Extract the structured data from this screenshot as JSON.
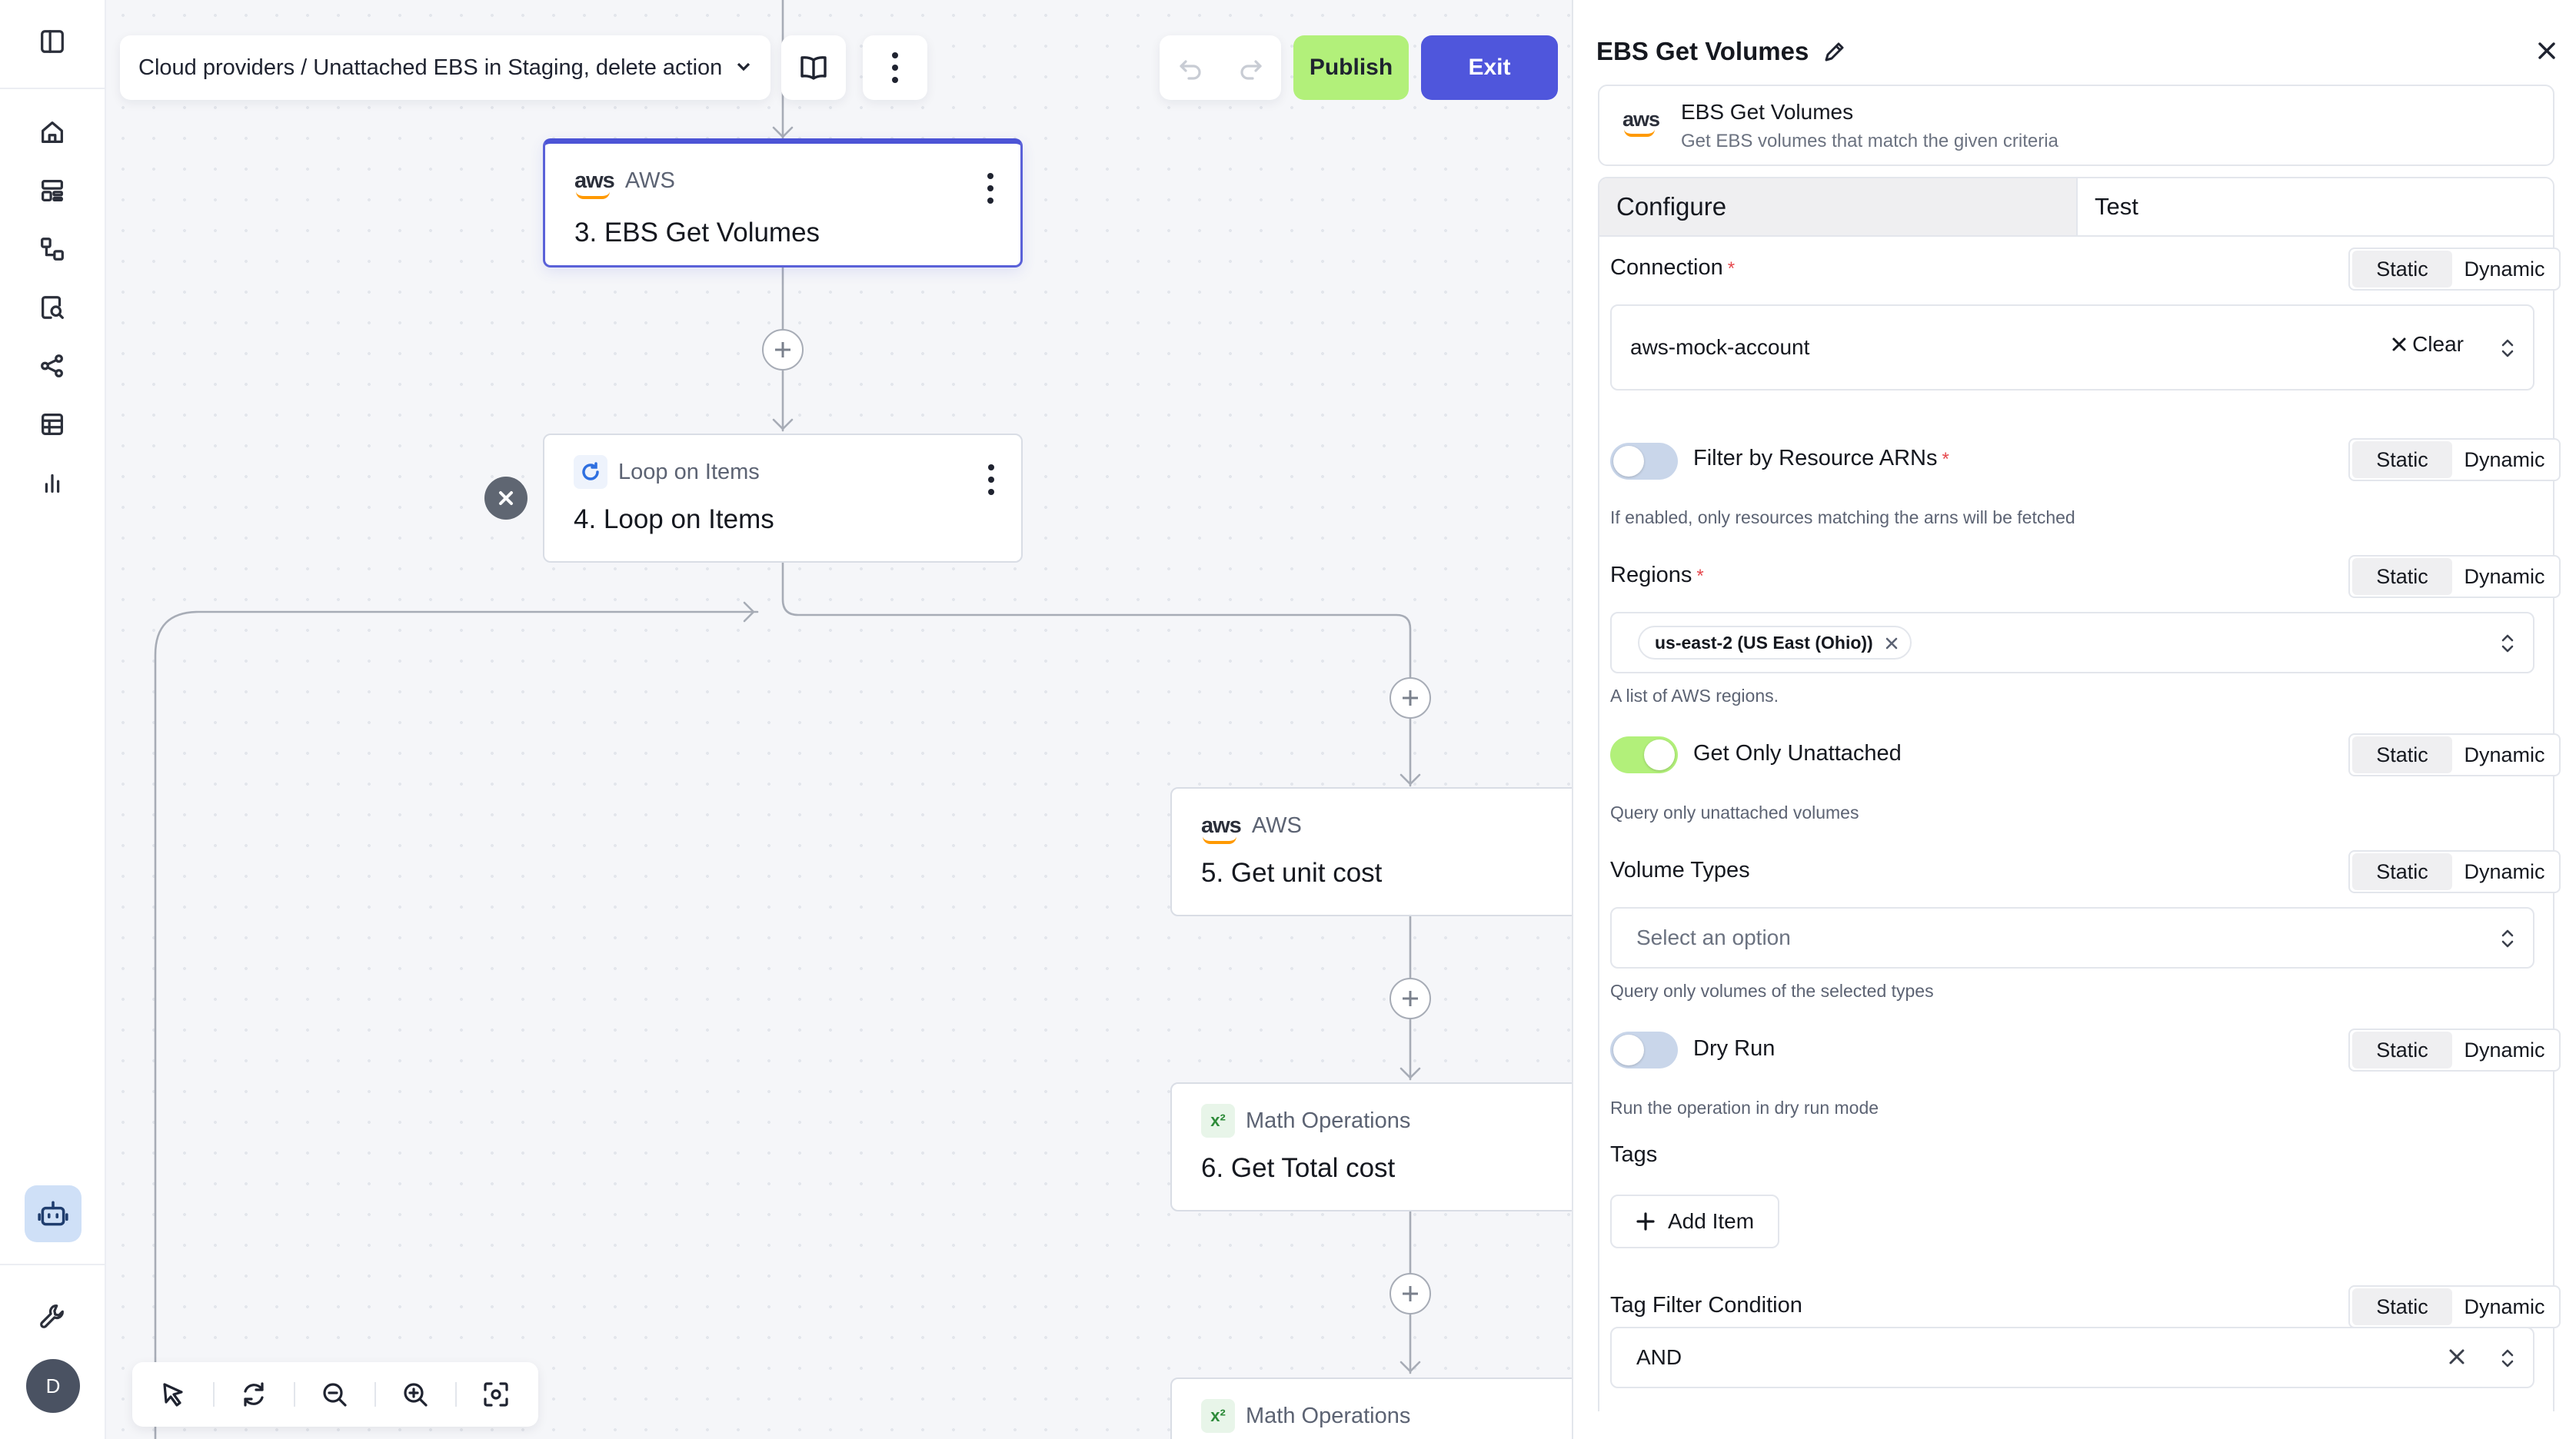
{
  "sidebar": {
    "icons": [
      "panel-toggle-icon",
      "home-icon",
      "dashboard-icon",
      "workflow-icon",
      "search-doc-icon",
      "share-icon",
      "table-icon",
      "bar-chart-icon",
      "bot-icon",
      "wrench-icon"
    ],
    "avatar_initial": "D"
  },
  "toolbar": {
    "breadcrumb": "Cloud providers / Unattached EBS in Staging, delete action",
    "publish_label": "Publish",
    "exit_label": "Exit",
    "publish_color": "#b2f07a",
    "exit_color": "#4f56dc"
  },
  "nodes": [
    {
      "kind": "AWS",
      "title": "3. EBS Get Volumes",
      "selected": true
    },
    {
      "kind": "Loop on Items",
      "title": "4. Loop on Items"
    },
    {
      "kind": "AWS",
      "title": "5. Get unit cost"
    },
    {
      "kind": "Math Operations",
      "title": "6. Get Total cost"
    },
    {
      "kind": "Math Operations",
      "title": ""
    }
  ],
  "panel": {
    "title": "EBS Get Volumes",
    "info": {
      "name": "EBS Get Volumes",
      "description": "Get EBS volumes that match the given criteria"
    },
    "tabs": {
      "configure": "Configure",
      "test": "Test"
    },
    "static_label": "Static",
    "dynamic_label": "Dynamic",
    "connection": {
      "label": "Connection",
      "value": "aws-mock-account",
      "clear_label": "Clear"
    },
    "filter_arns": {
      "label": "Filter by Resource ARNs",
      "enabled": false,
      "help": "If enabled, only resources matching the arns will be fetched"
    },
    "regions": {
      "label": "Regions",
      "selected": "us-east-2 (US East (Ohio))",
      "help": "A list of AWS regions."
    },
    "unattached": {
      "label": "Get Only Unattached",
      "enabled": true,
      "help": "Query only unattached volumes"
    },
    "volume_types": {
      "label": "Volume Types",
      "placeholder": "Select an option",
      "help": "Query only volumes of the selected types"
    },
    "dry_run": {
      "label": "Dry Run",
      "enabled": false,
      "help": "Run the operation in dry run mode"
    },
    "tags": {
      "label": "Tags",
      "add_label": "Add Item"
    },
    "tag_filter": {
      "label": "Tag Filter Condition",
      "value": "AND"
    }
  }
}
